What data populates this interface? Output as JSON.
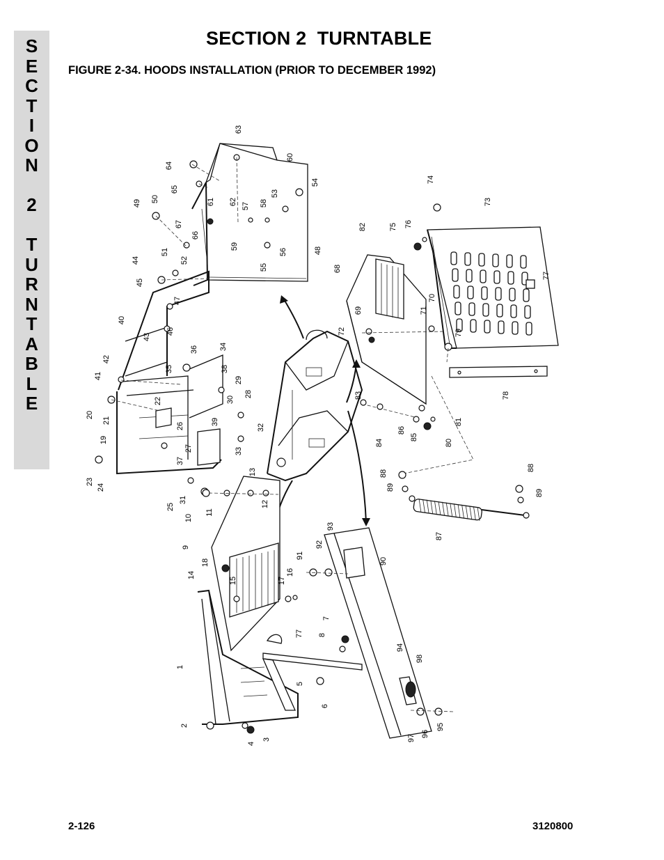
{
  "header": {
    "section_title": "SECTION 2  TURNTABLE",
    "figure_title": "FIGURE 2-34. HOODS INSTALLATION (PRIOR TO DECEMBER 1992)"
  },
  "side_tab": {
    "letters": [
      "S",
      "E",
      "C",
      "T",
      "I",
      "O",
      "N",
      " ",
      "2",
      " ",
      "T",
      "U",
      "R",
      "N",
      "T",
      "A",
      "B",
      "L",
      "E"
    ]
  },
  "footer": {
    "page_number": "2-126",
    "doc_number": "3120800"
  },
  "diagram": {
    "callouts": [
      "1",
      "2",
      "3",
      "4",
      "5",
      "6",
      "7",
      "8",
      "9",
      "10",
      "11",
      "12",
      "13",
      "14",
      "15",
      "16",
      "17",
      "18",
      "19",
      "20",
      "21",
      "22",
      "23",
      "24",
      "25",
      "26",
      "27",
      "28",
      "29",
      "30",
      "31",
      "32",
      "33",
      "34",
      "35",
      "36",
      "37",
      "38",
      "39",
      "40",
      "41",
      "42",
      "43",
      "44",
      "45",
      "46",
      "47",
      "48",
      "49",
      "50",
      "51",
      "52",
      "53",
      "54",
      "55",
      "56",
      "57",
      "58",
      "59",
      "60",
      "61",
      "62",
      "63",
      "64",
      "65",
      "66",
      "67",
      "68",
      "69",
      "70",
      "71",
      "72",
      "73",
      "74",
      "75",
      "76",
      "77",
      "77",
      "78",
      "79",
      "80",
      "81",
      "82",
      "83",
      "84",
      "85",
      "86",
      "87",
      "88",
      "88",
      "89",
      "89",
      "90",
      "91",
      "92",
      "93",
      "94",
      "95",
      "96",
      "97",
      "98"
    ]
  }
}
